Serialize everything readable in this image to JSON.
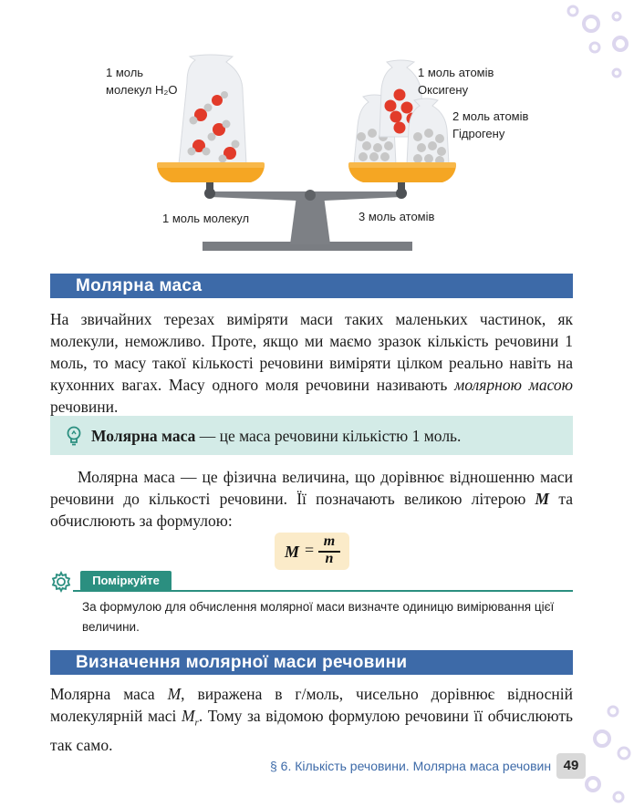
{
  "illustration": {
    "left_bag_label_line1": "1 моль",
    "left_bag_label_line2": "молекул H₂O",
    "right_top_label_line1": "1 моль атомів",
    "right_top_label_line2": "Оксигену",
    "right_bottom_label_line1": "2 моль атомів",
    "right_bottom_label_line2": "Гідрогену",
    "left_pan_caption": "1 моль молекул",
    "right_pan_caption": "3 моль атомів"
  },
  "section1": {
    "title": "Молярна маса",
    "paragraph_part1": "На звичайних терезах виміряти маси таких маленьких частинок, як молекули, неможливо. Проте, якщо ми маємо зразок кількість речовини 1 моль, то масу такої кількості речовини виміряти цілком реально навіть на кухонних вагах. Масу одного моля речовини називають ",
    "paragraph_emphasis": "молярною масою",
    "paragraph_part2": " речовини."
  },
  "definition": {
    "term": "Молярна маса",
    "text": " — це маса речовини кількістю 1 моль.",
    "icon": "bulb-icon"
  },
  "paragraph2": {
    "part1": "Молярна маса — це фізична величина, що дорівнює відношенню маси речовини до кількості речовини. Її позначають великою літерою ",
    "symbol": "M",
    "part2": " та обчислюють за формулою:"
  },
  "formula": {
    "lhs": "M",
    "equals": "=",
    "numerator": "m",
    "denominator": "n"
  },
  "think": {
    "label": "Поміркуйте",
    "icon": "gear-icon",
    "text": "За формулою для обчислення молярної маси визначте одиницю вимірювання цієї величини."
  },
  "section2": {
    "title": "Визначення молярної маси речовини",
    "part1": "Молярна маса ",
    "symbol_M": "M",
    "part2": ", виражена в г/моль, чисельно дорівнює відносній молекулярній масі ",
    "symbol_Mr": "M",
    "symbol_Mr_sub": "r",
    "part3": ". Тому за відомою формулою речовини її обчислюють так само."
  },
  "footer": {
    "text": "§ 6.  Кількість речовини. Молярна маса речовин",
    "page_number": "49"
  },
  "colors": {
    "header_blue": "#3d6aa8",
    "definition_bg": "#d3ebe7",
    "think_teal": "#2b8f80",
    "formula_bg": "#fbebc9",
    "pan_orange": "#f5a623",
    "oxygen_red": "#e23b2a",
    "hydrogen_gray": "#c7c7c7"
  }
}
